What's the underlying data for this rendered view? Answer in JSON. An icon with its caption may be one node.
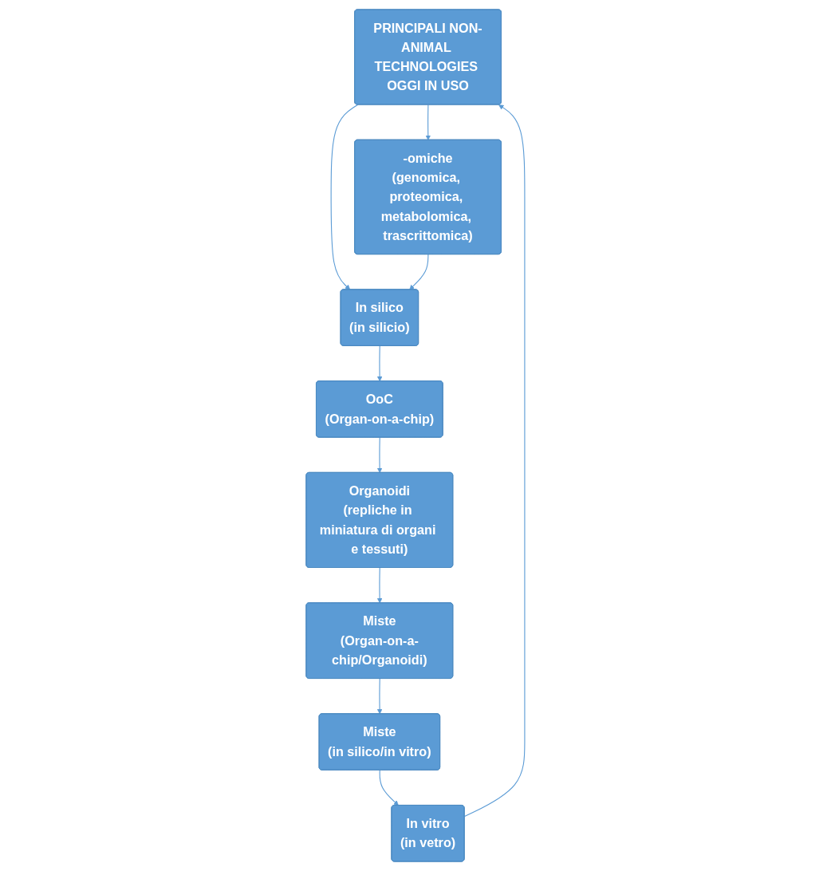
{
  "diagram": {
    "nodes": [
      {
        "text": [
          "PRINCIPALI NON-ANIMAL TECHNOLOGIES OGGI IN USO"
        ]
      },
      {
        "text": [
          "In vitro",
          "(in vetro)"
        ]
      },
      {
        "text": [
          "In silico",
          "(in silicio)"
        ]
      },
      {
        "text": [
          "-omiche",
          "(genomica, proteomica, metabolomica, trascrittomica)"
        ]
      },
      {
        "text": [
          "Miste",
          "(in silico/in vitro)"
        ]
      },
      {
        "text": [
          "OoC",
          "(Organ-on-a-chip)"
        ]
      },
      {
        "text": [
          "Miste",
          "(Organ-on-a-chip/Organoidi)"
        ]
      },
      {
        "text": [
          "Organoidi",
          "(repliche in miniatura di organi e tessuti)"
        ]
      }
    ],
    "edges": [
      {
        "from": 1,
        "to": 0,
        "arrow": "to"
      },
      {
        "from": 0,
        "to": 2,
        "arrow": "to"
      },
      {
        "from": 0,
        "to": 3,
        "arrow": "to"
      },
      {
        "from": 3,
        "to": 2,
        "arrow": "to"
      },
      {
        "from": 2,
        "to": 5,
        "arrow": "to"
      },
      {
        "from": 5,
        "to": 7,
        "arrow": "to"
      },
      {
        "from": 7,
        "to": 6,
        "arrow": "to"
      },
      {
        "from": 6,
        "to": 4,
        "arrow": "to"
      },
      {
        "from": 4,
        "to": 1,
        "arrow": "to"
      }
    ]
  }
}
